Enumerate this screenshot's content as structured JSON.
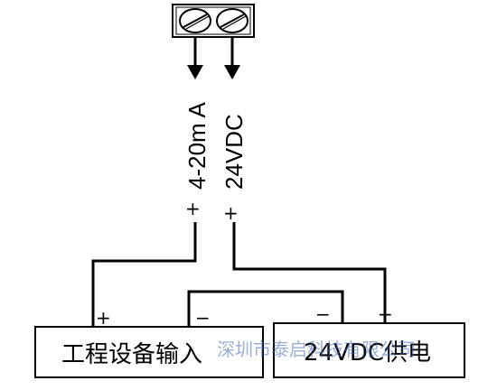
{
  "terminal_block": {
    "label_left": "4-20m A",
    "label_right": "24VDC",
    "plus_left": "+",
    "plus_right": "+"
  },
  "device_box": {
    "label": "工程设备输入",
    "plus": "+",
    "minus": "−"
  },
  "power_box": {
    "label": "24VDC供电",
    "plus": "+",
    "minus": "−"
  },
  "watermark": "深圳市泰启科技有限公司"
}
